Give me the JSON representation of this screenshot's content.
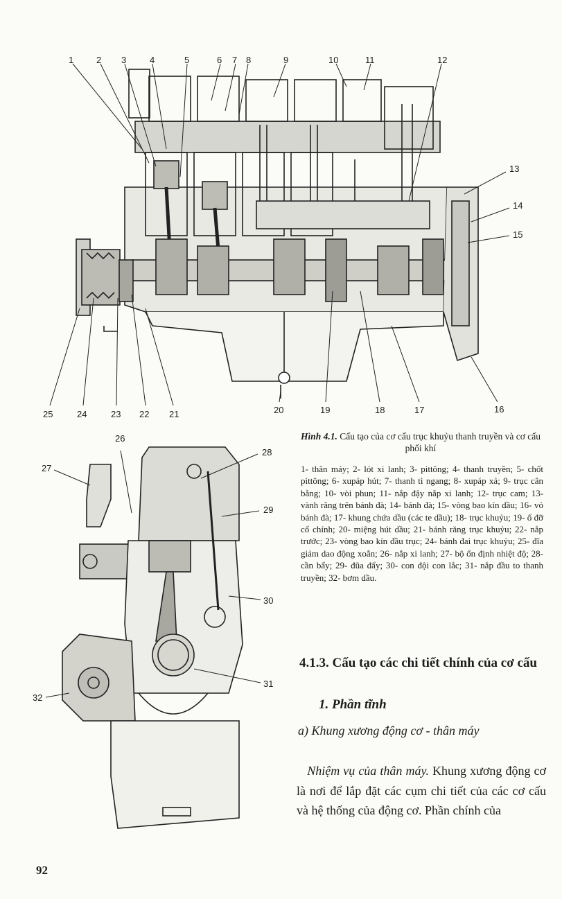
{
  "figure": {
    "top_labels": [
      "1",
      "2",
      "3",
      "4",
      "5",
      "6",
      "7",
      "8",
      "9",
      "10",
      "11",
      "12"
    ],
    "right_labels": [
      "13",
      "14",
      "15",
      "16"
    ],
    "bottom_labels": [
      "25",
      "24",
      "23",
      "22",
      "21",
      "20",
      "19",
      "18",
      "17"
    ],
    "lower_labels": [
      "26",
      "27",
      "28",
      "29",
      "30",
      "31",
      "32"
    ]
  },
  "caption": {
    "number": "Hình 4.1.",
    "text": "Cấu tạo của cơ cấu trục khuỷu thanh truyền và cơ cấu phối khí"
  },
  "legend": [
    "1- thân máy;",
    "2- lót xi lanh;",
    "3- pittông;",
    "4- thanh truyền;",
    "5- chốt pittông;",
    "6- xupáp hút;",
    "7- thanh tì ngang;",
    "8- xupáp xả;",
    "9- trục cân bằng;",
    "10- vòi phun;",
    "11- nắp đậy nắp xi lanh;",
    "12- trục cam;",
    "13- vành răng trên bánh đà;",
    "14- bánh đà;",
    "15- vòng bao kín dầu;",
    "16- vỏ bánh đà;",
    "17- khung chứa dầu (các te dầu);",
    "18- trục khuỷu;",
    "19- ổ đỡ cổ chính;",
    "20- miệng hút dầu;",
    "21- bánh răng trục khuỷu;",
    "22- nắp trước;",
    "23- vòng bao kín đầu trục;",
    "24- bánh đai trục khuỷu;",
    "25- đĩa giảm dao động xoắn;",
    "26- nắp xi lanh;",
    "27- bộ ổn định nhiệt độ;",
    "28- cần bẩy;",
    "29- đũa đẩy;",
    "30- con đội con lắc;",
    "31- nắp đầu to thanh truyền;",
    "32- bơm dầu."
  ],
  "section": {
    "heading": "4.1.3. Cấu tạo các chi tiết chính của cơ cấu",
    "part": "1. Phần tĩnh",
    "subpart": "a) Khung xương động cơ - thân máy",
    "para_italic": "Nhiệm vụ của thân máy.",
    "para_text": "Khung xương động cơ là nơi để lắp đặt các cụm chi tiết của các cơ cấu và hệ thống của động cơ. Phần chính của"
  },
  "page_number": "92"
}
